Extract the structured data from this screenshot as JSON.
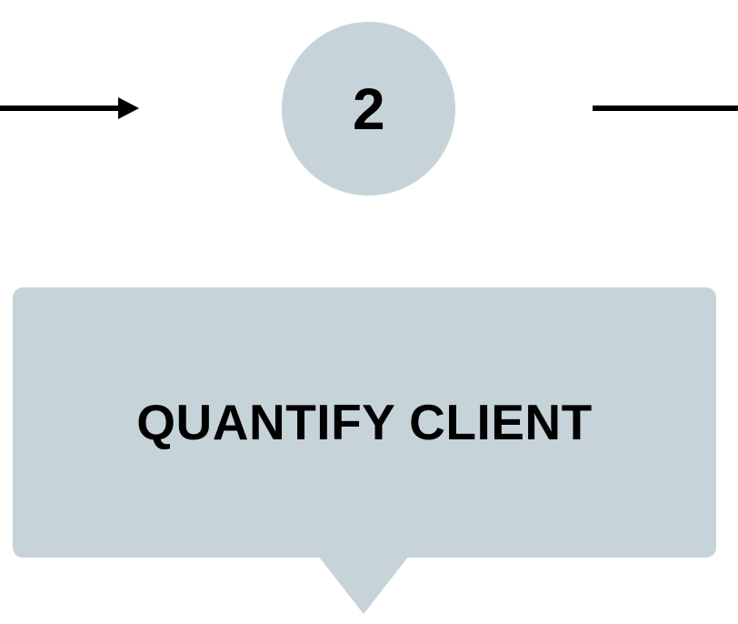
{
  "diagram": {
    "type": "process-step-callout",
    "step": {
      "number": "2",
      "shape": "circle",
      "fill_color": "#c6d4da",
      "text_color": "#000000"
    },
    "banner": {
      "label": "QUANTIFY CLIENT",
      "shape": "rounded-rectangle-with-pointer",
      "fill_color": "#c6d4da",
      "text_color": "#000000"
    },
    "connectors": [
      {
        "name": "incoming-arrow",
        "side": "left",
        "style": "solid-line-with-arrowhead",
        "color": "#000000"
      },
      {
        "name": "outgoing-line",
        "side": "right",
        "style": "solid-line",
        "color": "#000000"
      }
    ],
    "background_color": "#ffffff"
  }
}
